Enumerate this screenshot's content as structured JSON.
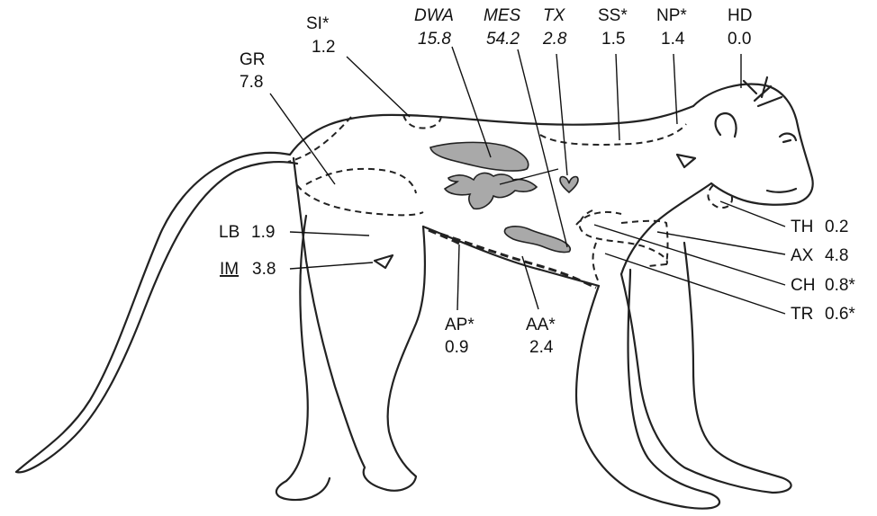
{
  "labels": {
    "si": {
      "code": "SI*",
      "value": "1.2"
    },
    "gr": {
      "code": "GR",
      "value": "7.8"
    },
    "dwa": {
      "code": "DWA",
      "value": "15.8"
    },
    "mes": {
      "code": "MES",
      "value": "54.2"
    },
    "tx": {
      "code": "TX",
      "value": "2.8"
    },
    "ss": {
      "code": "SS*",
      "value": "1.5"
    },
    "np": {
      "code": "NP*",
      "value": "1.4"
    },
    "hd": {
      "code": "HD",
      "value": "0.0"
    },
    "lb": {
      "code": "LB",
      "value": "1.9"
    },
    "im": {
      "code": "IM",
      "value": "3.8"
    },
    "ap": {
      "code": "AP*",
      "value": "0.9"
    },
    "aa": {
      "code": "AA*",
      "value": "2.4"
    },
    "th": {
      "code": "TH",
      "value": "0.2"
    },
    "ax": {
      "code": "AX",
      "value": "4.8"
    },
    "ch": {
      "code": "CH",
      "value": "0.8*"
    },
    "tr": {
      "code": "TR",
      "value": "0.6*"
    }
  },
  "colors": {
    "outline": "#222222",
    "organ_fill": "#a9a9a9",
    "background": "#ffffff"
  }
}
